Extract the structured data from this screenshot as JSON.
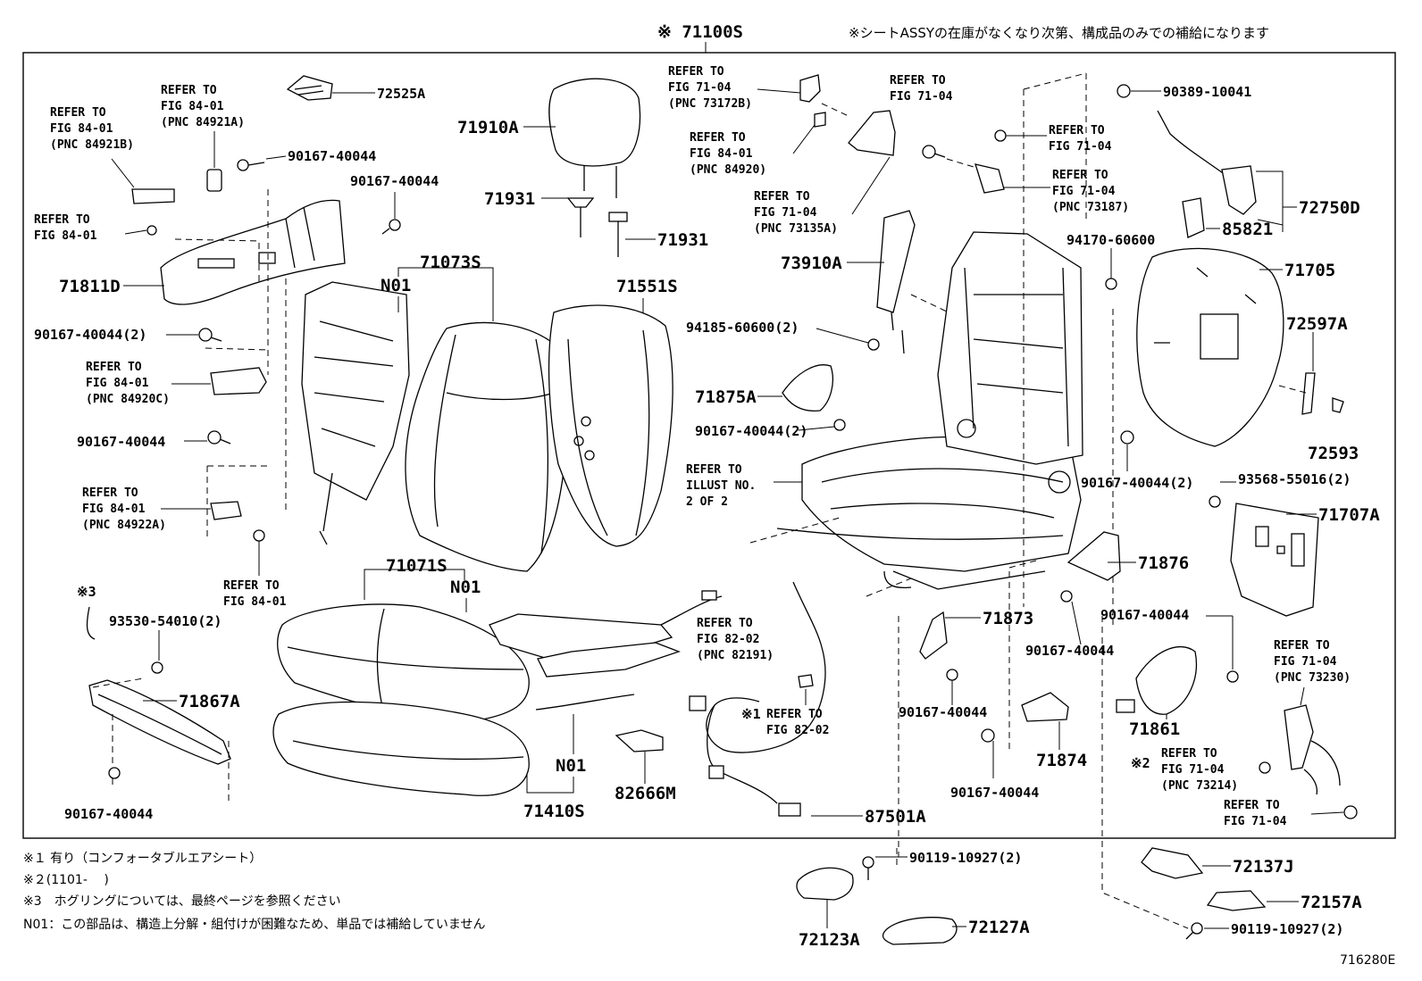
{
  "header": {
    "assy": "※ 71100S",
    "stock_note": "※シートASSYの在庫がなくなり次第、構成品のみでの補給になります"
  },
  "labels": {
    "l72525A": "72525A",
    "l71910A": "71910A",
    "l71931a": "71931",
    "l71931b": "71931",
    "l71073S": "71073S",
    "l71551S": "71551S",
    "l71811D": "71811D",
    "l90167_1": "90167-40044",
    "l90167_2": "90167-40044",
    "l90167_3": "90167-40044(2)",
    "l90167_4": "90167-40044",
    "l90167_5": "90167-40044",
    "l90167_6": "90167-40044(2)",
    "l90167_7": "90167-40044",
    "l90167_8": "90167-40044",
    "l90167_9": "90167-40044",
    "l90167_10": "90167-40044",
    "l90167_11": "90167-40044(2)",
    "l71071S": "71071S",
    "lN01a": "N01",
    "lN01b": "N01",
    "lN01c": "N01",
    "l93530": "93530-54010(2)",
    "l71867A": "71867A",
    "l71410S": "71410S",
    "l82666M": "82666M",
    "l87501A": "87501A",
    "l73910A": "73910A",
    "l94185": "94185-60600(2)",
    "l71875A": "71875A",
    "l94170": "94170-60600",
    "l90389": "90389-10041",
    "l72750D": "72750D",
    "l85821": "85821",
    "l71705": "71705",
    "l72597A": "72597A",
    "l72593": "72593",
    "l93568": "93568-55016(2)",
    "l71707A": "71707A",
    "l71876": "71876",
    "l71873": "71873",
    "l71874": "71874",
    "l71861": "71861",
    "l90119a": "90119-10927(2)",
    "l90119b": "90119-10927(2)",
    "l72137J": "72137J",
    "l72157A": "72157A",
    "l72123A": "72123A",
    "l72127A": "72127A",
    "mark1": "※1",
    "mark2": "※2",
    "mark3": "※3",
    "figcode": "716280E"
  },
  "refs": {
    "r1": [
      "REFER TO",
      "FIG 84-01",
      "(PNC 84921B)"
    ],
    "r2": [
      "REFER TO",
      "FIG 84-01",
      "(PNC 84921A)"
    ],
    "r3": [
      "REFER TO",
      "FIG 84-01"
    ],
    "r4": [
      "REFER TO",
      "FIG 84-01",
      "(PNC 84920C)"
    ],
    "r5": [
      "REFER TO",
      "FIG 84-01",
      "(PNC 84922A)"
    ],
    "r6": [
      "REFER TO",
      "FIG 84-01"
    ],
    "r7": [
      "REFER TO",
      "FIG 71-04",
      "(PNC 73172B)"
    ],
    "r8": [
      "REFER TO",
      "FIG 84-01",
      "(PNC 84920)"
    ],
    "r9": [
      "REFER TO",
      "FIG 71-04",
      "(PNC 73135A)"
    ],
    "r10": [
      "REFER TO",
      "FIG 71-04"
    ],
    "r11": [
      "REFER TO",
      "FIG 71-04"
    ],
    "r12": [
      "REFER TO",
      "FIG 71-04",
      "(PNC 73187)"
    ],
    "r13": [
      "REFER TO",
      "ILLUST NO.",
      "2 OF 2"
    ],
    "r14": [
      "REFER TO",
      "FIG 82-02",
      "(PNC 82191)"
    ],
    "r15": [
      "REFER TO",
      "FIG 82-02"
    ],
    "r16": [
      "REFER TO",
      "FIG 71-04",
      "(PNC 73230)"
    ],
    "r17": [
      "REFER TO",
      "FIG 71-04",
      "(PNC 73214)"
    ],
    "r18": [
      "REFER TO",
      "FIG 71-04"
    ]
  },
  "footnotes": {
    "n1": "※１ 有り（コンフォータブルエアシート）",
    "n2": "※２(1101-　 )",
    "n3": "※3　ホグリングについては、最終ページを参照ください",
    "n4": "N01：この部品は、構造上分解・組付けが困難なため、単品では補給していません"
  }
}
